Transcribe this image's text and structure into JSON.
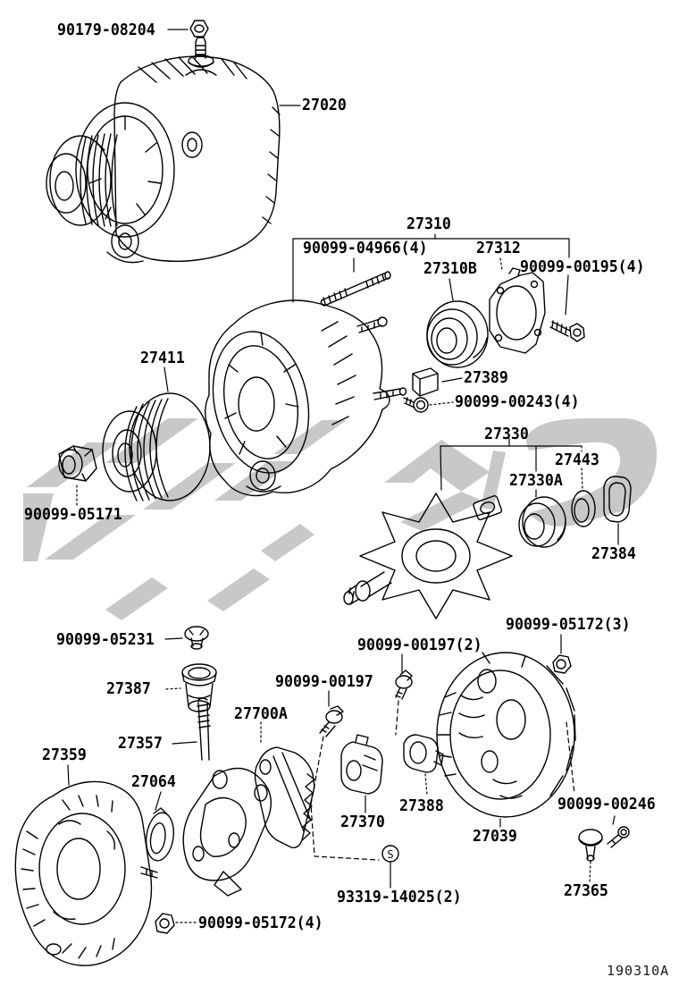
{
  "diagram": {
    "kind": "alternator exploded parts diagram",
    "line_color": "#000000",
    "watermark_color": "#c8c8c8",
    "background": "#ffffff"
  },
  "parts": {
    "p90179_08204": "90179-08204",
    "p27020": "27020",
    "p27310": "27310",
    "p90099_04966_4": "90099-04966(4)",
    "p27312": "27312",
    "p27310B": "27310B",
    "p90099_00195_4": "90099-00195(4)",
    "p27411": "27411",
    "p27389": "27389",
    "p90099_00243_4": "90099-00243(4)",
    "p27330": "27330",
    "p27443": "27443",
    "p27330A": "27330A",
    "p90099_05171": "90099-05171",
    "p27384": "27384",
    "p90099_05172_3": "90099-05172(3)",
    "p90099_05231": "90099-05231",
    "p90099_00197_2": "90099-00197(2)",
    "p27387": "27387",
    "p90099_00197": "90099-00197",
    "p27700A": "27700A",
    "p27357": "27357",
    "p27359": "27359",
    "p27064": "27064",
    "p27370": "27370",
    "p27388": "27388",
    "p27039": "27039",
    "p90099_00246": "90099-00246",
    "p93319_14025_2": "93319-14025(2)",
    "p27365": "27365",
    "p90099_05172_4": "90099-05172(4)"
  },
  "markers": {
    "screw_symbol": "S"
  },
  "footer": {
    "figure_code": "190310A"
  }
}
